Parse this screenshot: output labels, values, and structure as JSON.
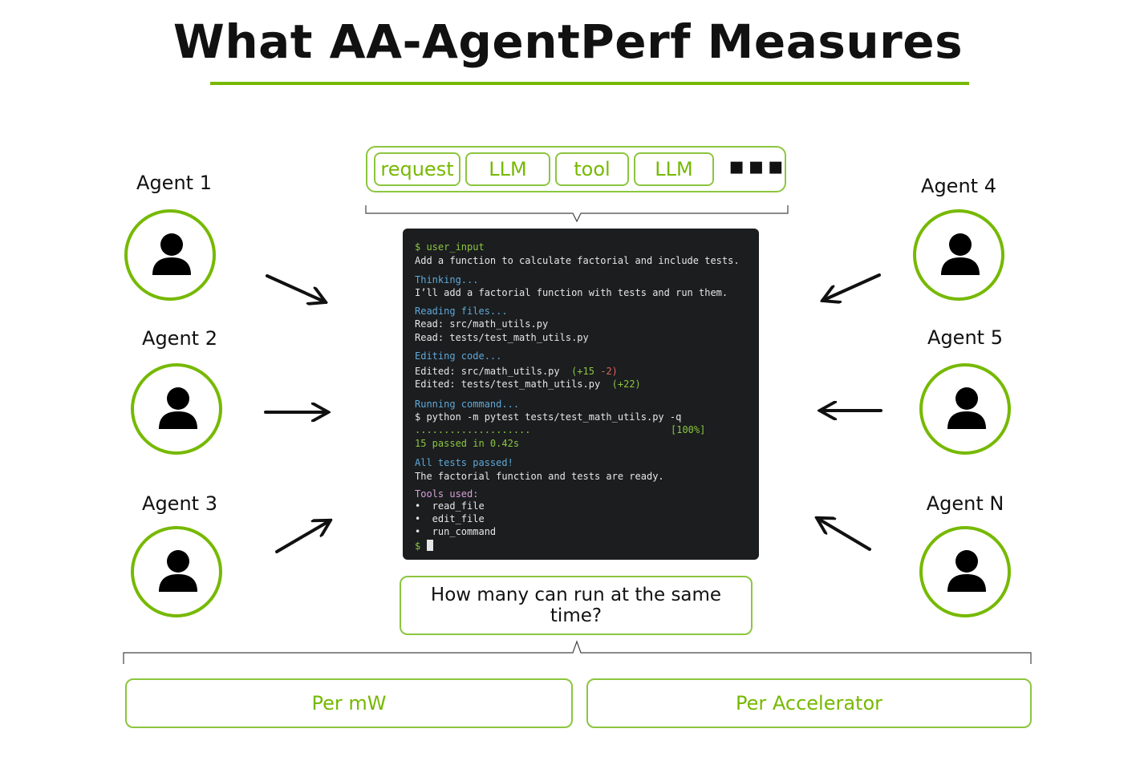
{
  "title": "What AA-AgentPerf Measures",
  "pipeline": {
    "steps": [
      "request",
      "LLM",
      "tool",
      "LLM"
    ],
    "more": "▪▪▪"
  },
  "agents": {
    "left": [
      "Agent 1",
      "Agent 2",
      "Agent 3"
    ],
    "right": [
      "Agent 4",
      "Agent 5",
      "Agent N"
    ]
  },
  "terminal": {
    "prompt_input": "$ user_input",
    "request": "Add a function to calculate factorial and include tests.",
    "thinking": "Thinking...",
    "plan": "I’ll add a factorial function with tests and run them.",
    "reading": "Reading files...",
    "read1": "Read: src/math_utils.py",
    "read2": "Read: tests/test_math_utils.py",
    "editing": "Editing code...",
    "edit1": "Edited: src/math_utils.py",
    "edit1_add": "(+15",
    "edit1_del": "-2)",
    "edit2": "Edited: tests/test_math_utils.py",
    "edit2_add": "(+22)",
    "running": "Running command...",
    "command": "$ python -m pytest tests/test_math_utils.py -q",
    "progress": "....................",
    "progress_pct": "[100%]",
    "passed": "15 passed in 0.42s",
    "all_passed": "All tests passed!",
    "summary": "The factorial function and tests are ready.",
    "tools_header": "Tools used:",
    "tools": [
      "•  read_file",
      "•  edit_file",
      "•  run_command"
    ],
    "final_prompt": "$"
  },
  "question": "How many can run at the same time?",
  "metrics": [
    "Per mW",
    "Per Accelerator"
  ],
  "colors": {
    "accent": "#76b900",
    "terminal_bg": "#1b1d1f",
    "text": "#111111"
  },
  "icons": {
    "agent": "person-icon",
    "arrow": "arrow-icon"
  }
}
